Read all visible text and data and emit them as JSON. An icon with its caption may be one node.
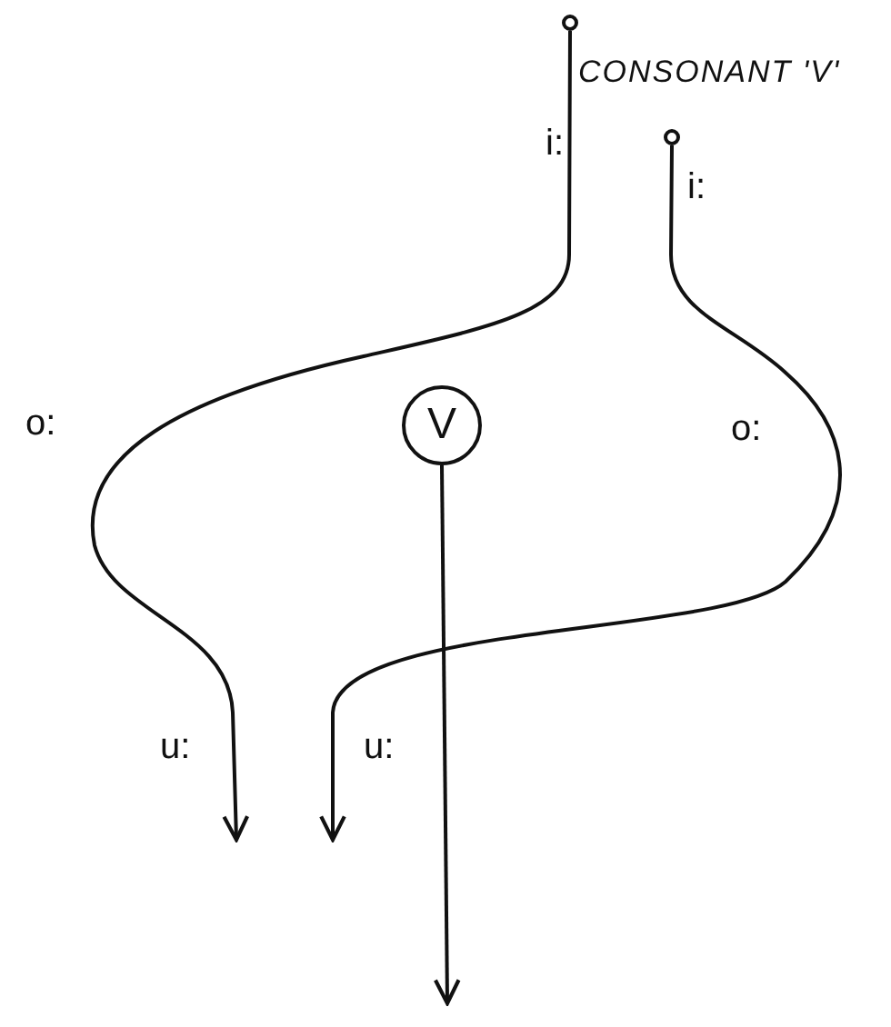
{
  "diagram": {
    "title": "CONSONANT 'V'",
    "nodes": [
      {
        "text": [],
        "shape": "circle"
      },
      {
        "text": [],
        "shape": "circle"
      },
      {
        "text": [
          "V"
        ]
      }
    ],
    "edges": [
      {
        "from": 0,
        "to": null,
        "arrow": "to"
      },
      {
        "from": 1,
        "to": null,
        "arrow": "to"
      },
      {
        "from": 2,
        "to": null,
        "arrow": "to"
      }
    ],
    "labels": [
      "i:",
      "i:",
      "o:",
      "o:",
      "u:",
      "u:"
    ]
  }
}
